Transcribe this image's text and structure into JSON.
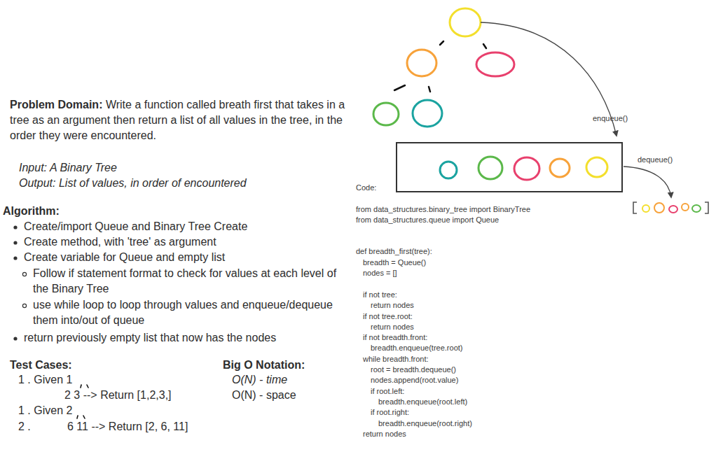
{
  "diagram": {
    "labels": [
      "Problem Domain:",
      "Write a function called breath first that takes in a tree as an argument then return a list of all values in the tree, in the order they were encountered.",
      "Input: A Binary Tree",
      "Output: List of values, in order of encountered",
      "Algorithm:",
      "Create/import Queue and Binary Tree Create",
      "Create method, with 'tree' as argument",
      "Create variable for Queue and empty list",
      "Follow if statement format to check for values at each level of the Binary Tree",
      "use while loop to loop through values and enqueue/dequeue them into/out of queue",
      "return previously empty list that now has the nodes",
      "Test Cases:",
      "1 . Given 1",
      "2 3 --> Return [1,2,3,]",
      "1 . Given 2",
      "2 .",
      "6 11 --> Return [2, 6, 11]",
      "Big O Notation:",
      "O(N) - time",
      "O(N) - space",
      "enqueue()",
      "dequeue()",
      "Code:",
      "from data_structures.binary_tree import BinaryTree",
      "from data_structures.queue import Queue",
      "def breadth_first(tree):",
      "breadth = Queue()",
      "nodes = []",
      "if not tree:",
      "return nodes",
      "if not tree.root:",
      "return nodes",
      "if not breadth.front:",
      "breadth.enqueue(tree.root)",
      "while breadth.front:",
      "root = breadth.dequeue()",
      "nodes.append(root.value)",
      "if root.left:",
      "breadth.enqueue(root.left)",
      "if root.right:",
      "breadth.enqueue(root.right)",
      "return nodes"
    ]
  }
}
